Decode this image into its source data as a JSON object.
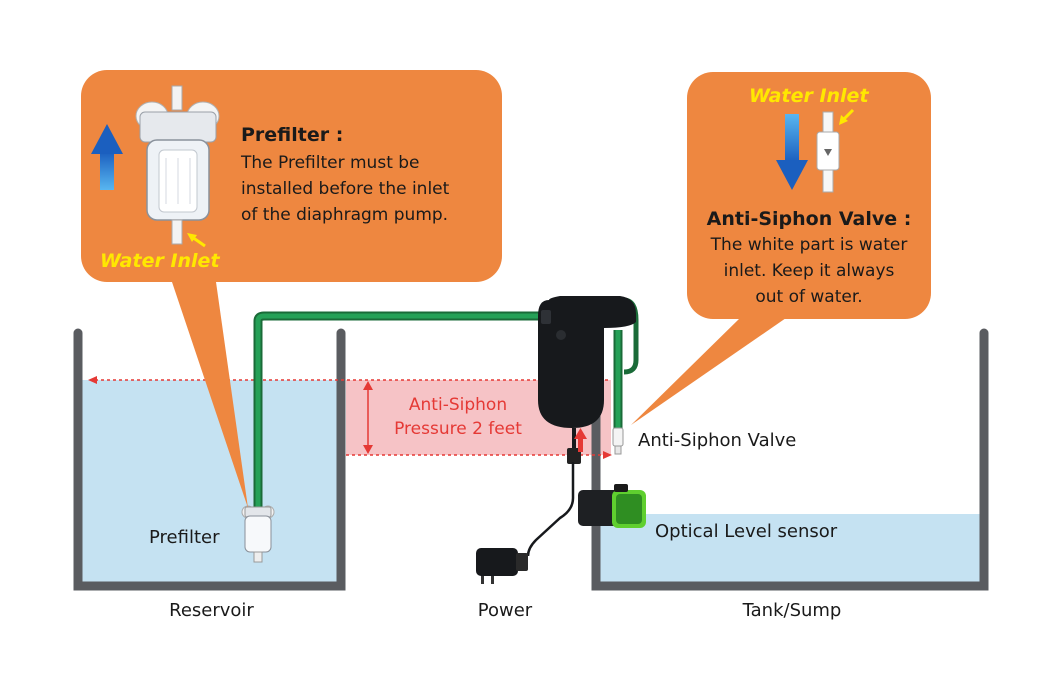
{
  "prefilter_callout": {
    "title": "Prefilter :",
    "body": [
      "The Prefilter must be",
      "installed before the inlet",
      "of the diaphragm pump."
    ],
    "water_inlet": "Water Inlet"
  },
  "antisiphon_callout": {
    "water_inlet": "Water Inlet",
    "title": "Anti-Siphon Valve :",
    "body": [
      "The white part is water",
      "inlet. Keep it always",
      "out of water."
    ]
  },
  "pressure_label": [
    "Anti-Siphon",
    "Pressure 2 feet"
  ],
  "labels": {
    "prefilter": "Prefilter",
    "anti_siphon_valve": "Anti-Siphon Valve",
    "optical_sensor": "Optical Level sensor",
    "reservoir": "Reservoir",
    "power": "Power",
    "tank": "Tank/Sump"
  },
  "colors": {
    "callout": "#ee8740",
    "water": "#c5e2f2",
    "tube": "#1f8a4a",
    "pressure_band": "#f6c3c6",
    "accent_red": "#e53935",
    "inlet_text": "#ffe800"
  }
}
